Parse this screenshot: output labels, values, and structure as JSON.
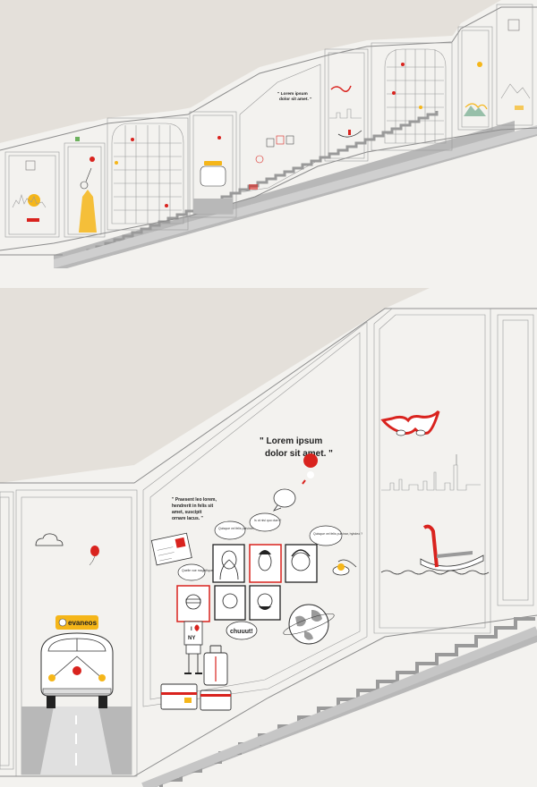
{
  "texts": {
    "top_quote": "\" Lorem ipsum dolor sit amet. \"",
    "top_quote_line1": "\" Lorem ipsum",
    "top_quote_line2": "dolor sit amet. \"",
    "top_small_caption": "\" Praesent leo lorem, hendrerit in felis sit amet \"",
    "quote_line1": "\" Lorem ipsum",
    "quote_line2": "dolor sit amet. \"",
    "caption_line1": "\" Praesent leo lorem,",
    "caption_line2": "hendrerit in felis sit",
    "caption_line3": "amet, suscipit",
    "caption_line4": "ornare lacus. \"",
    "bubble_1": "Quelle vue magnifique !",
    "bubble_2": "Quisque vel felis pulvinar, hybdeo ?",
    "bubble_3": "Is ut nisi quo dum ?",
    "bubble_4": "Quisque vel felis pulvinar, hybdeo ?",
    "chuuut": "chuuut!",
    "brand": "evaneos",
    "tshirt_i": "I",
    "tshirt_ny": "NY"
  },
  "colors": {
    "wall": "#f3f2ef",
    "ceiling": "#e4e0da",
    "stairs": "#b8b8b8",
    "stairs_dark": "#9a9a9a",
    "line": "#8c8c8c",
    "accent_red": "#d9231e",
    "accent_yellow": "#f5b619",
    "ink": "#222222"
  },
  "icons": [
    "cloud-icon",
    "balloon-icon",
    "location-pin-icon",
    "carnival-mask-icon",
    "gondola-icon",
    "globe-icon",
    "suitcase-icon",
    "camera-icon",
    "statue-of-liberty-icon",
    "van-icon",
    "postcard-icon"
  ]
}
